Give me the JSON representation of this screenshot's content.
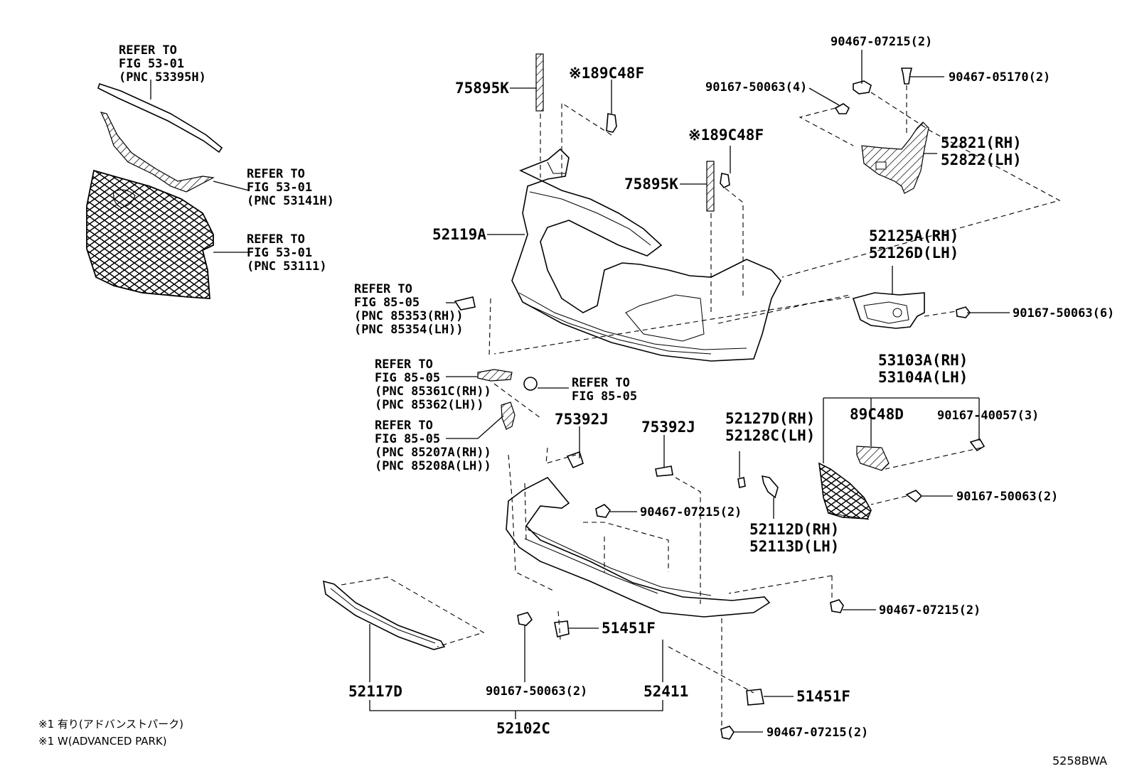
{
  "labels": {
    "l_75895k_top": "75895K",
    "l_89c48f_top": "※189C48F",
    "l_90467_07215_top": "90467-07215(2)",
    "l_90167_50063_4": "90167-50063(4)",
    "l_90467_05170": "90467-05170(2)",
    "l_89c48f_mid": "※189C48F",
    "l_52821": "52821(RH)",
    "l_52822": "52822(LH)",
    "l_75895k_mid": "75895K",
    "l_52119a": "52119A",
    "l_52125a": "52125A(RH)",
    "l_52126d": "52126D(LH)",
    "l_90167_50063_6": "90167-50063(6)",
    "l_53103a": "53103A(RH)",
    "l_53104a": "53104A(LH)",
    "l_89c48d": "89C48D",
    "l_90167_40057": "90167-40057(3)",
    "l_90167_50063_2r": "90167-50063(2)",
    "l_75392j_a": "75392J",
    "l_75392j_b": "75392J",
    "l_52127d": "52127D(RH)",
    "l_52128c": "52128C(LH)",
    "l_90467_07215_mid": "90467-07215(2)",
    "l_52112d": "52112D(RH)",
    "l_52113d": "52113D(LH)",
    "l_90467_07215_right": "90467-07215(2)",
    "l_51451f_a": "51451F",
    "l_51451f_b": "51451F",
    "l_52117d": "52117D",
    "l_90167_50063_2b": "90167-50063(2)",
    "l_52411": "52411",
    "l_52102c": "52102C",
    "l_90467_07215_bot": "90467-07215(2)"
  },
  "refers": {
    "r1": [
      "REFER TO",
      "FIG 53-01",
      "(PNC 53395H)"
    ],
    "r2": [
      "REFER TO",
      "FIG 53-01",
      "(PNC 53141H)"
    ],
    "r3": [
      "REFER TO",
      "FIG 53-01",
      "(PNC 53111)"
    ],
    "r4": [
      "REFER TO",
      "FIG 85-05",
      "(PNC 85353(RH))",
      "(PNC 85354(LH))"
    ],
    "r5": [
      "REFER TO",
      "FIG 85-05",
      "(PNC 85361C(RH))",
      "(PNC 85362(LH))"
    ],
    "r6": [
      "REFER TO",
      "FIG 85-05"
    ],
    "r7": [
      "REFER TO",
      "FIG 85-05",
      "(PNC 85207A(RH))",
      "(PNC 85208A(LH))"
    ]
  },
  "notes": {
    "n1": "※1 有り(アドバンストパーク)",
    "n2": "※1 W(ADVANCED PARK)"
  },
  "figure_code": "5258BWA"
}
